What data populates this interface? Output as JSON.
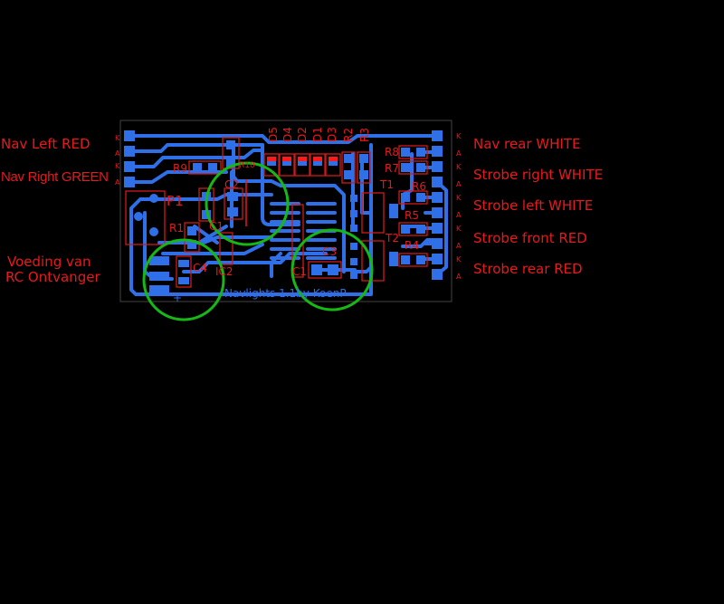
{
  "colors": {
    "background": "#000000",
    "copper": "#2f6fe8",
    "silkscreen": "#e8191b",
    "outline": "#16b816"
  },
  "left_labels": [
    "Nav Left RED",
    "Nav Right GREEN",
    "Voeding van",
    "RC Ontvanger"
  ],
  "right_labels": [
    "Nav rear WHITE",
    "Strobe right WHITE",
    "Strobe left WHITE",
    "Strobe front RED",
    "Strobe rear RED"
  ],
  "left_pins": [
    "K",
    "A",
    "K",
    "A"
  ],
  "right_pins": [
    "K",
    "A",
    "K",
    "A",
    "K",
    "A",
    "K",
    "A",
    "K",
    "A"
  ],
  "components": {
    "D5": "D5",
    "D4": "D4",
    "D2": "D2",
    "D1": "D1",
    "D3": "D3",
    "R2": "R2",
    "R3": "R3",
    "R9": "R9",
    "P1": "P1",
    "R1": "R1",
    "C1a": "C1",
    "C2": "C2",
    "C4": "C4",
    "IC2": "IC2",
    "C1b": "C1",
    "C3": "C3",
    "T1": "T1",
    "T2": "T2",
    "R8": "R8",
    "R7": "R7",
    "R6": "R6",
    "R5": "R5",
    "R4": "R4",
    "R10": "R10",
    "plus": "+"
  },
  "board_title": "Navlights 1.1by KoenP"
}
